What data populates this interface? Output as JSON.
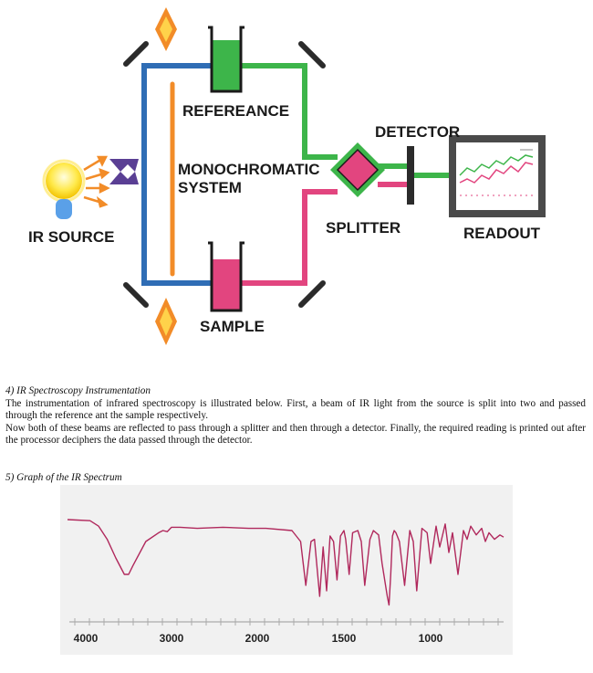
{
  "diagram": {
    "labels": {
      "reference": "REFEREANCE",
      "monochromatic_line1": "MONOCHROMATIC",
      "monochromatic_line2": "SYSTEM",
      "detector": "DETECTOR",
      "ir_source": "IR SOURCE",
      "splitter": "SPLITTER",
      "readout": "READOUT",
      "sample": "SAMPLE"
    },
    "colors": {
      "blue_beam": "#2f6db5",
      "green_beam": "#3db54a",
      "pink_beam": "#e2457f",
      "orange": "#f28c28",
      "purple": "#5a3f94",
      "mirror": "#2b2b2b"
    }
  },
  "section4": {
    "title": "4)  IR Spectroscopy Instrumentation",
    "para1": "The instrumentation of infrared spectroscopy is illustrated below. First, a beam of IR light from the source is split into two and passed through the reference ant the sample respectively.",
    "para2": "Now both of these beams are reflected to pass through a splitter and then through a detector. Finally, the required reading is printed out after the processor deciphers the data passed through the detector."
  },
  "section5": {
    "title": "5)  Graph of the IR Spectrum"
  },
  "chart_data": {
    "type": "line",
    "title": "",
    "xlabel": "",
    "ylabel": "",
    "x_reversed": true,
    "xlim": [
      4150,
      600
    ],
    "ylim": [
      0,
      100
    ],
    "ticks": [
      4000,
      3000,
      2000,
      1500,
      1000
    ],
    "tick_labels": [
      "4000",
      "3000",
      "2000",
      "1500",
      "1000"
    ],
    "series": [
      {
        "color": "#b0285c",
        "x": [
          4150,
          3950,
          3850,
          3750,
          3650,
          3550,
          3500,
          3450,
          3300,
          3150,
          3100,
          3050,
          3000,
          2900,
          2700,
          2400,
          2100,
          1950,
          1800,
          1750,
          1720,
          1690,
          1670,
          1640,
          1620,
          1600,
          1580,
          1560,
          1540,
          1520,
          1500,
          1490,
          1470,
          1450,
          1420,
          1400,
          1380,
          1350,
          1330,
          1300,
          1280,
          1250,
          1240,
          1230,
          1220,
          1210,
          1200,
          1180,
          1150,
          1120,
          1100,
          1080,
          1050,
          1020,
          1000,
          970,
          950,
          920,
          900,
          880,
          850,
          820,
          800,
          780,
          750,
          720,
          700,
          680,
          650,
          620,
          600
        ],
        "y": [
          80,
          79,
          74,
          62,
          45,
          30,
          30,
          38,
          60,
          68,
          70,
          69,
          73,
          73,
          72,
          73,
          72,
          72,
          70,
          60,
          20,
          60,
          62,
          10,
          55,
          15,
          65,
          60,
          25,
          65,
          70,
          62,
          30,
          68,
          70,
          60,
          20,
          62,
          70,
          66,
          40,
          10,
          2,
          30,
          65,
          70,
          68,
          60,
          20,
          70,
          60,
          15,
          72,
          68,
          40,
          74,
          55,
          76,
          50,
          68,
          30,
          70,
          62,
          74,
          66,
          72,
          60,
          68,
          62,
          66,
          64
        ]
      }
    ]
  }
}
